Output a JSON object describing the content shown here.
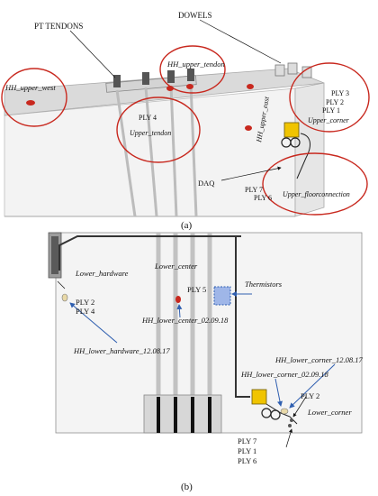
{
  "panel_a": {
    "caption": "(a)",
    "labels": {
      "pt_tendons": "PT TENDONS",
      "dowels": "DOWELS",
      "hh_upper_west": "HH_upper_west",
      "hh_upper_tendon": "HH_upper_tendon",
      "ply4": "PLY 4",
      "upper_tendon": "Upper_tendon",
      "hh_upper_east": "HH_upper_east",
      "ply3": "PLY 3",
      "ply2": "PLY 2",
      "ply1": "PLY 1",
      "upper_corner": "Upper_corner",
      "daq": "DAQ",
      "ply7": "PLY 7",
      "ply6": "PLY 6",
      "upper_floorconnection": "Upper_floorconnection"
    }
  },
  "panel_b": {
    "caption": "(b)",
    "labels": {
      "lower_hardware": "Lower_hardware",
      "lower_center": "Lower_center",
      "ply5": "PLY 5",
      "thermistors": "Thermistors",
      "ply2_left": "PLY 2",
      "ply4_left": "PLY 4",
      "hh_lower_center": "HH_lower_center_02.09.18",
      "hh_lower_hardware": "HH_lower_hardware_12.08.17",
      "hh_lower_corner_1208": "HH_lower_corner_12.08.17",
      "hh_lower_corner_0209": "HH_lower_corner_02.09.18",
      "ply2_right": "PLY 2",
      "lower_corner": "Lower_corner",
      "ply7": "PLY 7",
      "ply1": "PLY 1",
      "ply6": "PLY 6"
    }
  },
  "colors": {
    "annotation_red": "#c8281e",
    "arrow_blue": "#2f5fb0",
    "daq_yellow": "#f0c400",
    "wall_grey": "#e3e3e3",
    "slab_grey": "#cfcfcf",
    "thermistor_blue": "#9fb6e8"
  }
}
